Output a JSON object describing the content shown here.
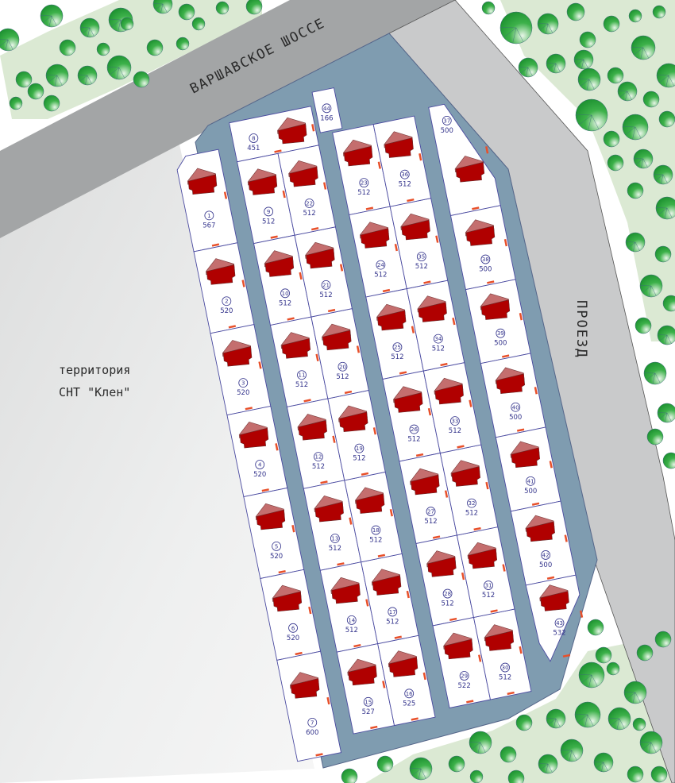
{
  "map": {
    "highway_label": "ВАРШАВСКОЕ ШОССЕ",
    "driveway_label": "ПРОЕЗД",
    "territory_label_line1": "территория",
    "territory_label_line2": "СНТ  \"Клен\""
  },
  "colors": {
    "highway": "#a3a5a6",
    "driveway": "#c9cacb",
    "internal_road": "#7f9cb0",
    "plot_fill": "#ffffff",
    "plot_border": "#4a4aa0",
    "house_body": "#b00000",
    "house_roof": "#c46e6e",
    "tree": "#1f9a35",
    "green_zone": "#dbe9d3",
    "territory": "#e6e7e7"
  },
  "plots": [
    {
      "number": "1",
      "area": "567"
    },
    {
      "number": "2",
      "area": "520"
    },
    {
      "number": "3",
      "area": "520"
    },
    {
      "number": "4",
      "area": "520"
    },
    {
      "number": "5",
      "area": "520"
    },
    {
      "number": "6",
      "area": "520"
    },
    {
      "number": "7",
      "area": "600"
    },
    {
      "number": "8",
      "area": "451"
    },
    {
      "number": "9",
      "area": "512"
    },
    {
      "number": "10",
      "area": "512"
    },
    {
      "number": "11",
      "area": "512"
    },
    {
      "number": "12",
      "area": "512"
    },
    {
      "number": "13",
      "area": "512"
    },
    {
      "number": "14",
      "area": "512"
    },
    {
      "number": "15",
      "area": "527"
    },
    {
      "number": "16",
      "area": "525"
    },
    {
      "number": "17",
      "area": "512"
    },
    {
      "number": "18",
      "area": "512"
    },
    {
      "number": "19",
      "area": "512"
    },
    {
      "number": "20",
      "area": "512"
    },
    {
      "number": "21",
      "area": "512"
    },
    {
      "number": "22",
      "area": "512"
    },
    {
      "number": "23",
      "area": "512"
    },
    {
      "number": "24",
      "area": "512"
    },
    {
      "number": "25",
      "area": "512"
    },
    {
      "number": "26",
      "area": "512"
    },
    {
      "number": "27",
      "area": "512"
    },
    {
      "number": "28",
      "area": "512"
    },
    {
      "number": "29",
      "area": "522"
    },
    {
      "number": "30",
      "area": "512"
    },
    {
      "number": "31",
      "area": "512"
    },
    {
      "number": "32",
      "area": "512"
    },
    {
      "number": "33",
      "area": "512"
    },
    {
      "number": "34",
      "area": "512"
    },
    {
      "number": "35",
      "area": "512"
    },
    {
      "number": "36",
      "area": "512"
    },
    {
      "number": "37",
      "area": "500"
    },
    {
      "number": "38",
      "area": "500"
    },
    {
      "number": "39",
      "area": "500"
    },
    {
      "number": "40",
      "area": "500"
    },
    {
      "number": "41",
      "area": "500"
    },
    {
      "number": "42",
      "area": "500"
    },
    {
      "number": "43",
      "area": "532"
    },
    {
      "number": "44",
      "area": "166"
    }
  ]
}
